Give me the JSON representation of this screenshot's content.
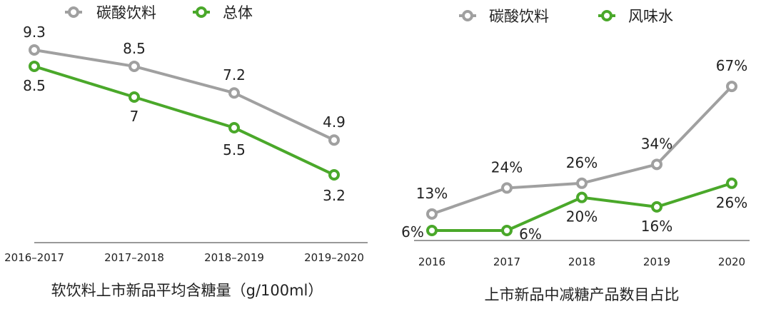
{
  "chart_data": [
    {
      "type": "line",
      "title": "软饮料上市新品平均含糖量（g/100ml）",
      "categories": [
        "2016–2017",
        "2017–2018",
        "2018–2019",
        "2019–2020"
      ],
      "series": [
        {
          "name": "碳酸饮料",
          "color": "#a0a0a0",
          "values": [
            9.3,
            8.5,
            7.2,
            4.9
          ],
          "labels": [
            "9.3",
            "8.5",
            "7.2",
            "4.9"
          ]
        },
        {
          "name": "总体",
          "color": "#4aa82a",
          "values": [
            8.5,
            7,
            5.5,
            3.2
          ],
          "labels": [
            "8.5",
            "7",
            "5.5",
            "3.2"
          ]
        }
      ],
      "legend": "top"
    },
    {
      "type": "line",
      "title": "上市新品中减糖产品数目占比",
      "categories": [
        "2016",
        "2017",
        "2018",
        "2019",
        "2020"
      ],
      "series": [
        {
          "name": "碳酸饮料",
          "color": "#a0a0a0",
          "values": [
            13,
            24,
            26,
            34,
            67
          ],
          "labels": [
            "13%",
            "24%",
            "26%",
            "34%",
            "67%"
          ]
        },
        {
          "name": "风味水",
          "color": "#4aa82a",
          "values": [
            6,
            6,
            20,
            16,
            26
          ],
          "labels": [
            "6%",
            "6%",
            "20%",
            "16%",
            "26%"
          ]
        }
      ],
      "legend": "top"
    }
  ]
}
